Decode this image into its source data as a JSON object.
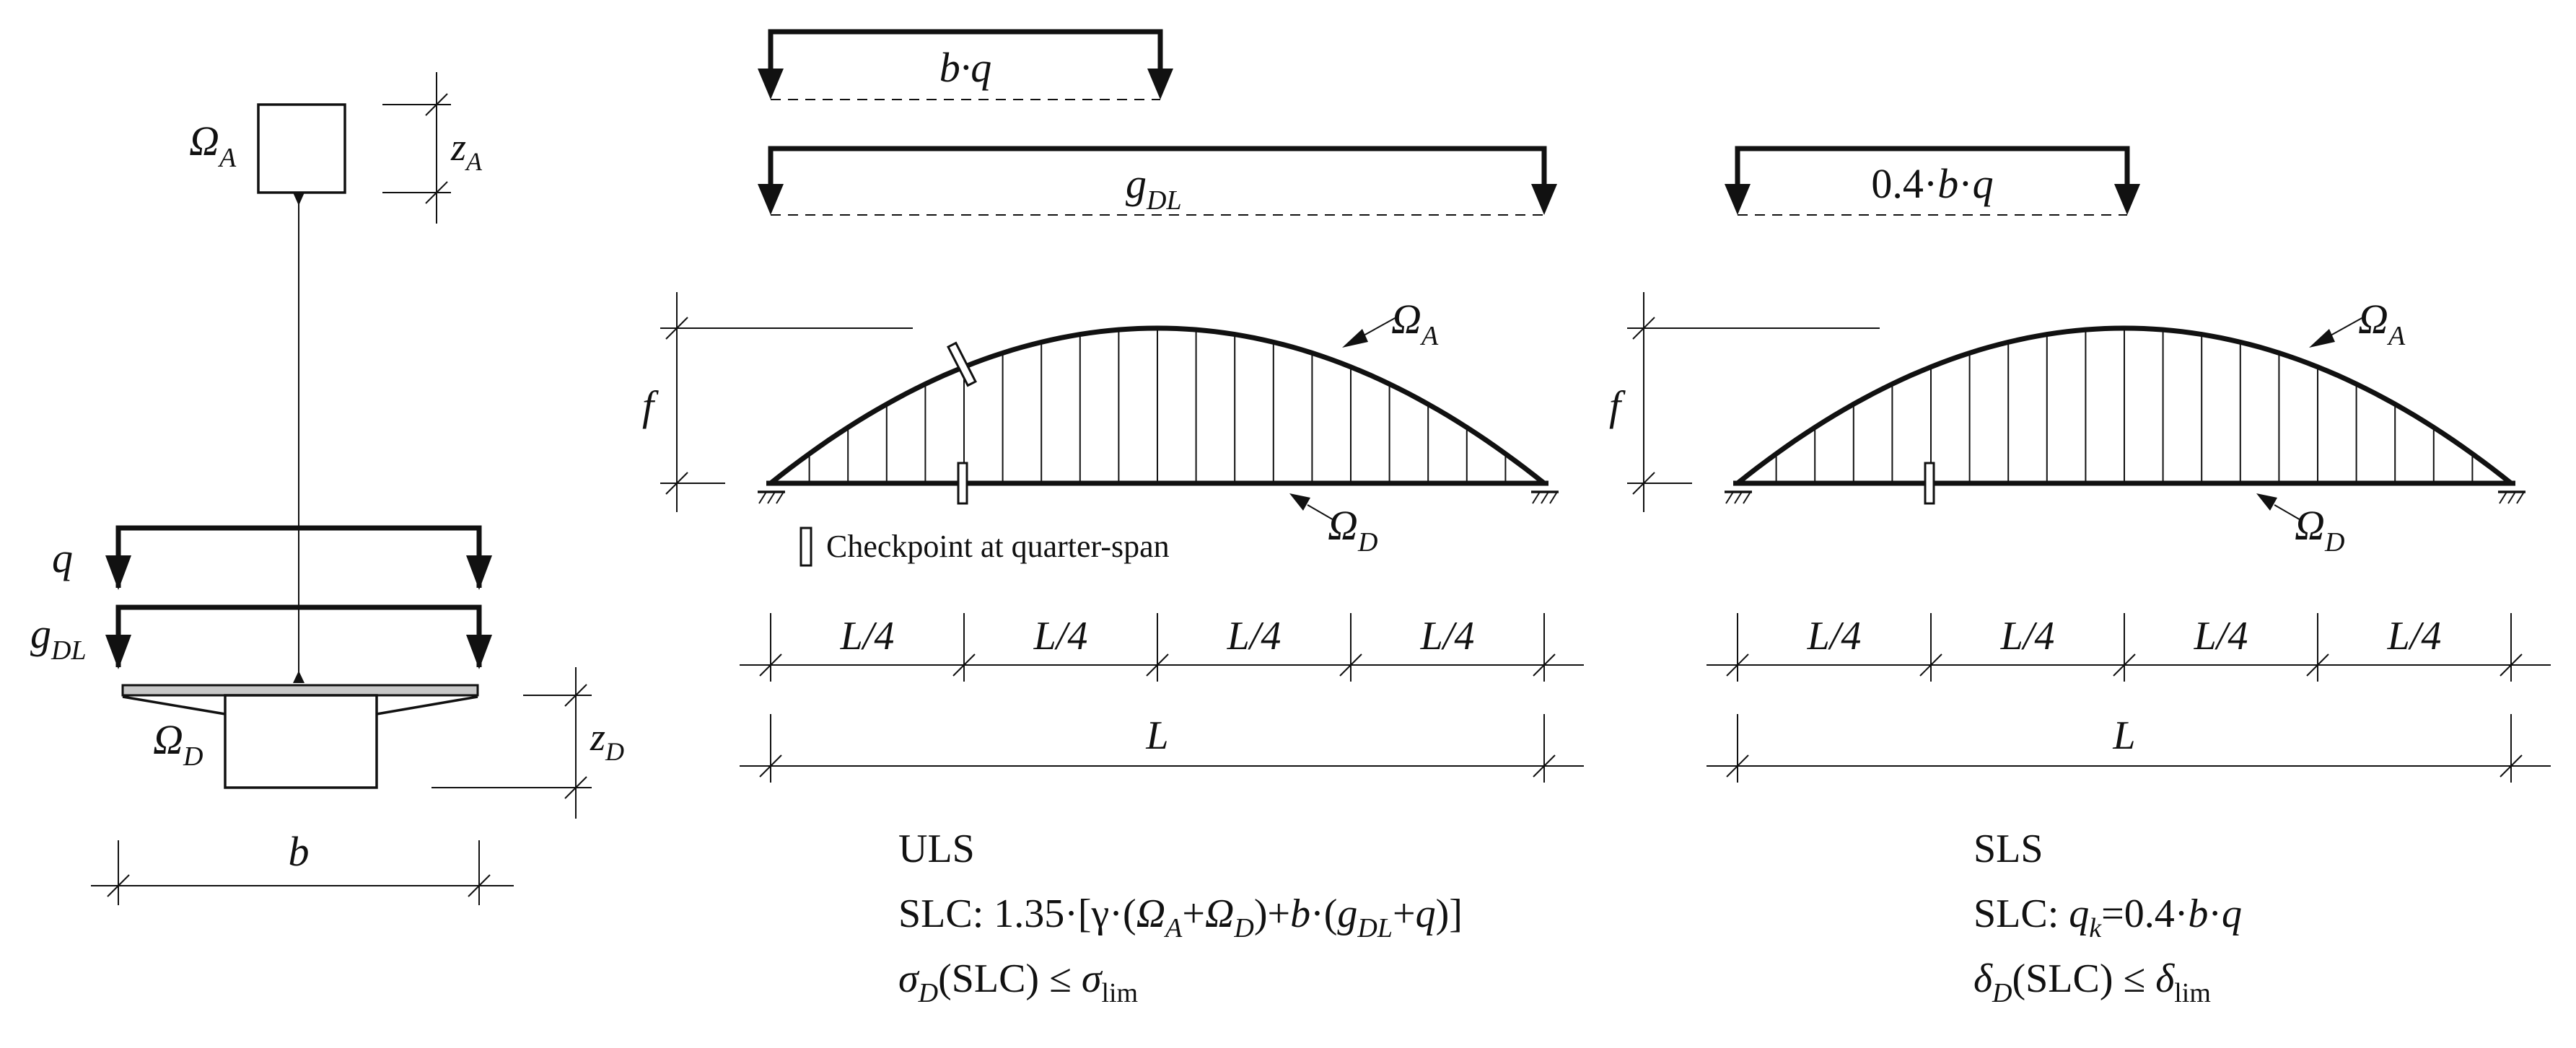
{
  "colors": {
    "ink": "#111111",
    "deck_fill": "#c8c8c8",
    "background": "#ffffff"
  },
  "cross_section": {
    "arch_label_main": "Ω",
    "arch_label_sub": "A",
    "z_arch_main": "z",
    "z_arch_sub": "A",
    "load_q": "q",
    "load_g_main": "g",
    "load_g_sub": "DL",
    "deck_label_main": "Ω",
    "deck_label_sub": "D",
    "z_deck_main": "z",
    "z_deck_sub": "D",
    "width_label": "b"
  },
  "uls": {
    "load_bq": "b·q",
    "load_g_main": "g",
    "load_g_sub": "DL",
    "rise_label": "f",
    "arch_label_main": "Ω",
    "arch_label_sub": "A",
    "deck_label_main": "Ω",
    "deck_label_sub": "D",
    "checkpoint_label": "Checkpoint at quarter-span",
    "quarter_labels": [
      "L/4",
      "L/4",
      "L/4",
      "L/4"
    ],
    "span_label": "L",
    "title": "ULS",
    "slc_parts": [
      {
        "t": "SLC: 1.35·[γ·(",
        "s": "n"
      },
      {
        "t": "Ω",
        "s": "i"
      },
      {
        "t": "A",
        "s": "sub"
      },
      {
        "t": "+",
        "s": "n"
      },
      {
        "t": "Ω",
        "s": "i"
      },
      {
        "t": "D",
        "s": "sub"
      },
      {
        "t": ")+",
        "s": "n"
      },
      {
        "t": "b",
        "s": "i"
      },
      {
        "t": "·(",
        "s": "n"
      },
      {
        "t": "g",
        "s": "i"
      },
      {
        "t": "DL",
        "s": "sub"
      },
      {
        "t": "+",
        "s": "n"
      },
      {
        "t": "q",
        "s": "i"
      },
      {
        "t": ")]",
        "s": "n"
      }
    ],
    "check_parts": [
      {
        "t": "σ",
        "s": "i"
      },
      {
        "t": "D",
        "s": "sub"
      },
      {
        "t": "(SLC) ≤ ",
        "s": "n"
      },
      {
        "t": "σ",
        "s": "i"
      },
      {
        "t": "lim",
        "s": "subn"
      }
    ]
  },
  "sls": {
    "load_label": "0.4·b·q",
    "rise_label": "f",
    "arch_label_main": "Ω",
    "arch_label_sub": "A",
    "deck_label_main": "Ω",
    "deck_label_sub": "D",
    "quarter_labels": [
      "L/4",
      "L/4",
      "L/4",
      "L/4"
    ],
    "span_label": "L",
    "title": "SLS",
    "slc_parts": [
      {
        "t": "SLC: ",
        "s": "n"
      },
      {
        "t": "q",
        "s": "i"
      },
      {
        "t": "k",
        "s": "sub"
      },
      {
        "t": "=0.4·",
        "s": "n"
      },
      {
        "t": "b",
        "s": "i"
      },
      {
        "t": "·",
        "s": "n"
      },
      {
        "t": "q",
        "s": "i"
      }
    ],
    "check_parts": [
      {
        "t": "δ",
        "s": "i"
      },
      {
        "t": "D",
        "s": "sub"
      },
      {
        "t": "(SLC) ≤ ",
        "s": "n"
      },
      {
        "t": "δ",
        "s": "i"
      },
      {
        "t": "lim",
        "s": "subn"
      }
    ]
  }
}
